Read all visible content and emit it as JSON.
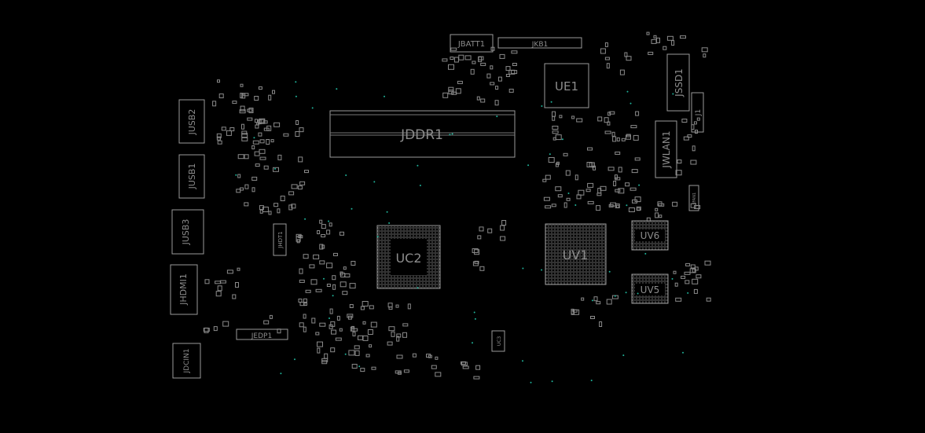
{
  "board": {
    "background_color": "#000000",
    "outline_color": "#9a9a9a",
    "via_color": "#1fb39a"
  },
  "components": {
    "jbatt1": "JBATT1",
    "jkb1": "JKB1",
    "ue1": "UE1",
    "jssd1": "JSSD1",
    "j1": "J1",
    "jddr1": "JDDR1",
    "jwlan1": "JWLAN1",
    "jusb2": "JUSB2",
    "jusb1": "JUSB1",
    "jusb3": "JUSB3",
    "jhdmi1": "JHDMI1",
    "jdcin1": "JDCIN1",
    "jedp1": "JEDP1",
    "uc2": "UC2",
    "uv1": "UV1",
    "uv6": "UV6",
    "uv5": "UV5",
    "uc3": "UC3",
    "jhdt1": "JHDT1",
    "jfan1": "JFAN1"
  }
}
